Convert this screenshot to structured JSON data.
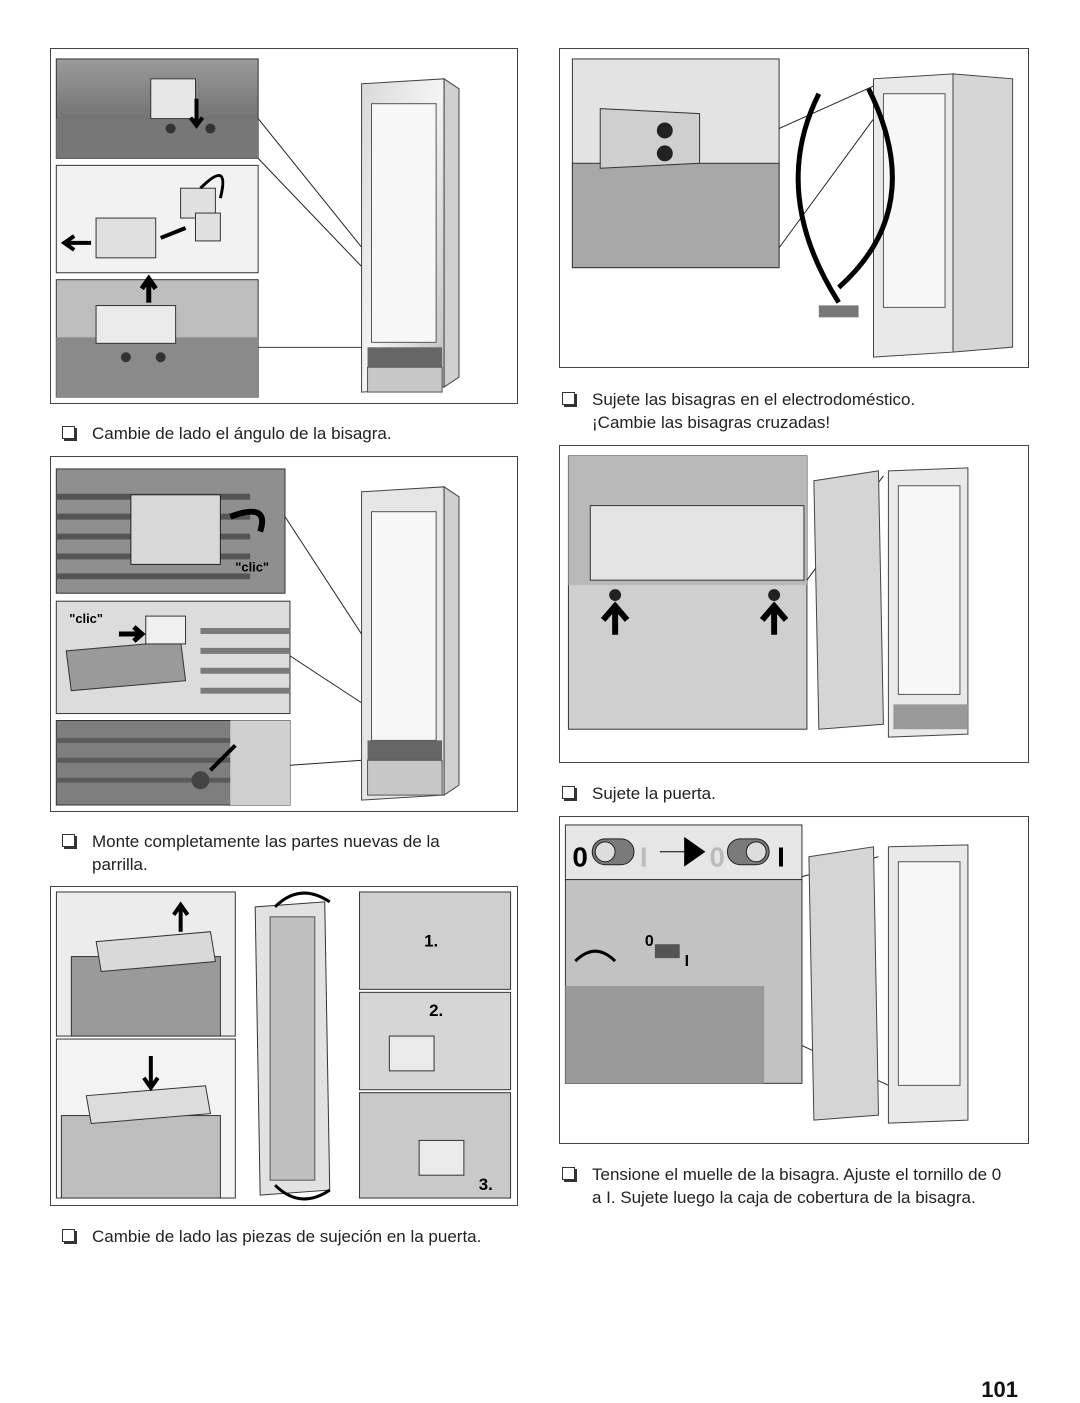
{
  "captions": {
    "c1": "Cambie de lado el ángulo de la bisagra.",
    "c2": "Monte completamente las partes nuevas de la parrilla.",
    "c3": "Cambie de lado las piezas de sujeción en la puerta.",
    "c4": "Sujete las bisagras en el electrodoméstico. ¡Cambie las bisagras cruzadas!",
    "c5": "Sujete la puerta.",
    "c6": "Tensione el muelle de la bisagra. Ajuste el tornillo de 0 a I. Sujete luego la caja de cobertura de la bisagra."
  },
  "labels": {
    "clic_1": "\"clic\"",
    "clic_2": "\"clic\"",
    "step_1": "1.",
    "step_2": "2.",
    "step_3": "3.",
    "switch_0_left": "0",
    "switch_i_left": "I",
    "switch_0_right": "0",
    "switch_i_right": "I",
    "dial_0": "0",
    "dial_i": "I"
  },
  "page_number": "101"
}
